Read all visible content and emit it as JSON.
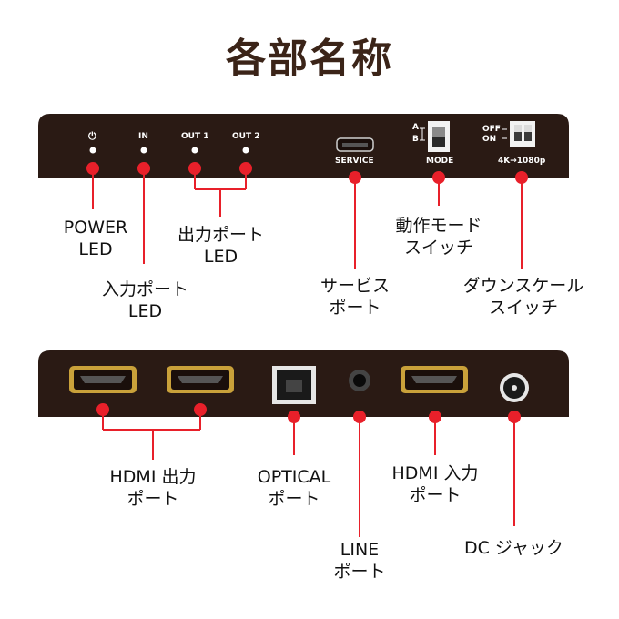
{
  "title": "各部名称",
  "front_panel": {
    "power_symbol": "⏻",
    "in_label": "IN",
    "out1_label": "OUT 1",
    "out2_label": "OUT 2",
    "service_label": "SERVICE",
    "mode_label": "MODE",
    "mode_a": "A",
    "mode_b": "B",
    "off_label": "OFF",
    "on_label": "ON",
    "downscale_label": "4K→1080p"
  },
  "front_callouts": {
    "power_led": [
      "POWER",
      "LED"
    ],
    "input_led": [
      "入力ポート",
      "LED"
    ],
    "output_led": [
      "出力ポート",
      "LED"
    ],
    "service_port": [
      "サービス",
      "ポート"
    ],
    "mode_switch": [
      "動作モード",
      "スイッチ"
    ],
    "downscale_switch": [
      "ダウンスケール",
      "スイッチ"
    ]
  },
  "rear_callouts": {
    "hdmi_out": [
      "HDMI 出力",
      "ポート"
    ],
    "optical": [
      "OPTICAL",
      "ポート"
    ],
    "line": [
      "LINE",
      "ポート"
    ],
    "hdmi_in": [
      "HDMI 入力",
      "ポート"
    ],
    "dc_jack": "DC ジャック"
  },
  "colors": {
    "device_body": "#2a1a14",
    "callout_red": "#e8202a",
    "title_brown": "#3b2418",
    "hdmi_gold": "#c9a13a"
  }
}
